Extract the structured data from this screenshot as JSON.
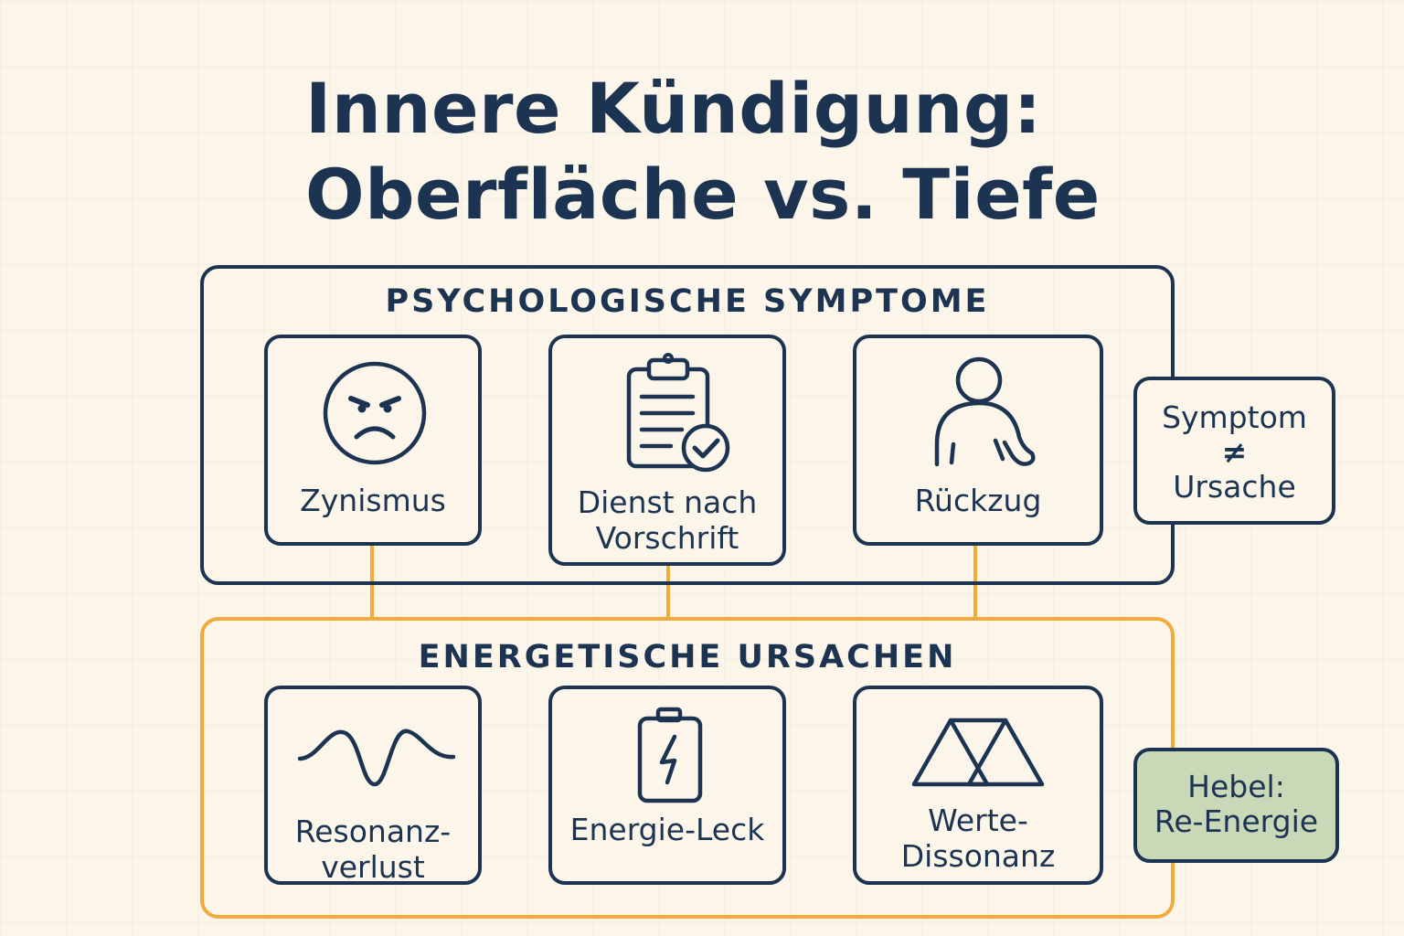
{
  "title": {
    "line1": "Innere Kündigung:",
    "line2": "Oberfläche vs. Tiefe"
  },
  "symptoms": {
    "heading": "PSYCHOLOGISCHE SYMPTOME",
    "cards": [
      {
        "label_lines": [
          "Zynismus"
        ],
        "icon": "angry-face-icon"
      },
      {
        "label_lines": [
          "Dienst nach",
          "Vorschrift"
        ],
        "icon": "clipboard-check-icon"
      },
      {
        "label_lines": [
          "Rückzug"
        ],
        "icon": "withdrawn-person-icon"
      }
    ]
  },
  "causes": {
    "heading": "ENERGETISCHE URSACHEN",
    "cards": [
      {
        "label_lines": [
          "Resonanz-",
          "verlust"
        ],
        "icon": "wave-icon"
      },
      {
        "label_lines": [
          "Energie-Leck"
        ],
        "icon": "battery-bolt-icon"
      },
      {
        "label_lines": [
          "Werte-",
          "Dissonanz"
        ],
        "icon": "triangles-icon"
      }
    ]
  },
  "side_note": {
    "line1": "Symptom",
    "line2": "≠",
    "line3": "Ursache"
  },
  "lever": {
    "line1": "Hebel:",
    "line2": "Re-Energie"
  },
  "colors": {
    "navy": "#1d3352",
    "orange": "#f0ab3c",
    "green": "#c9d9b8",
    "background": "#fcf6ea"
  }
}
